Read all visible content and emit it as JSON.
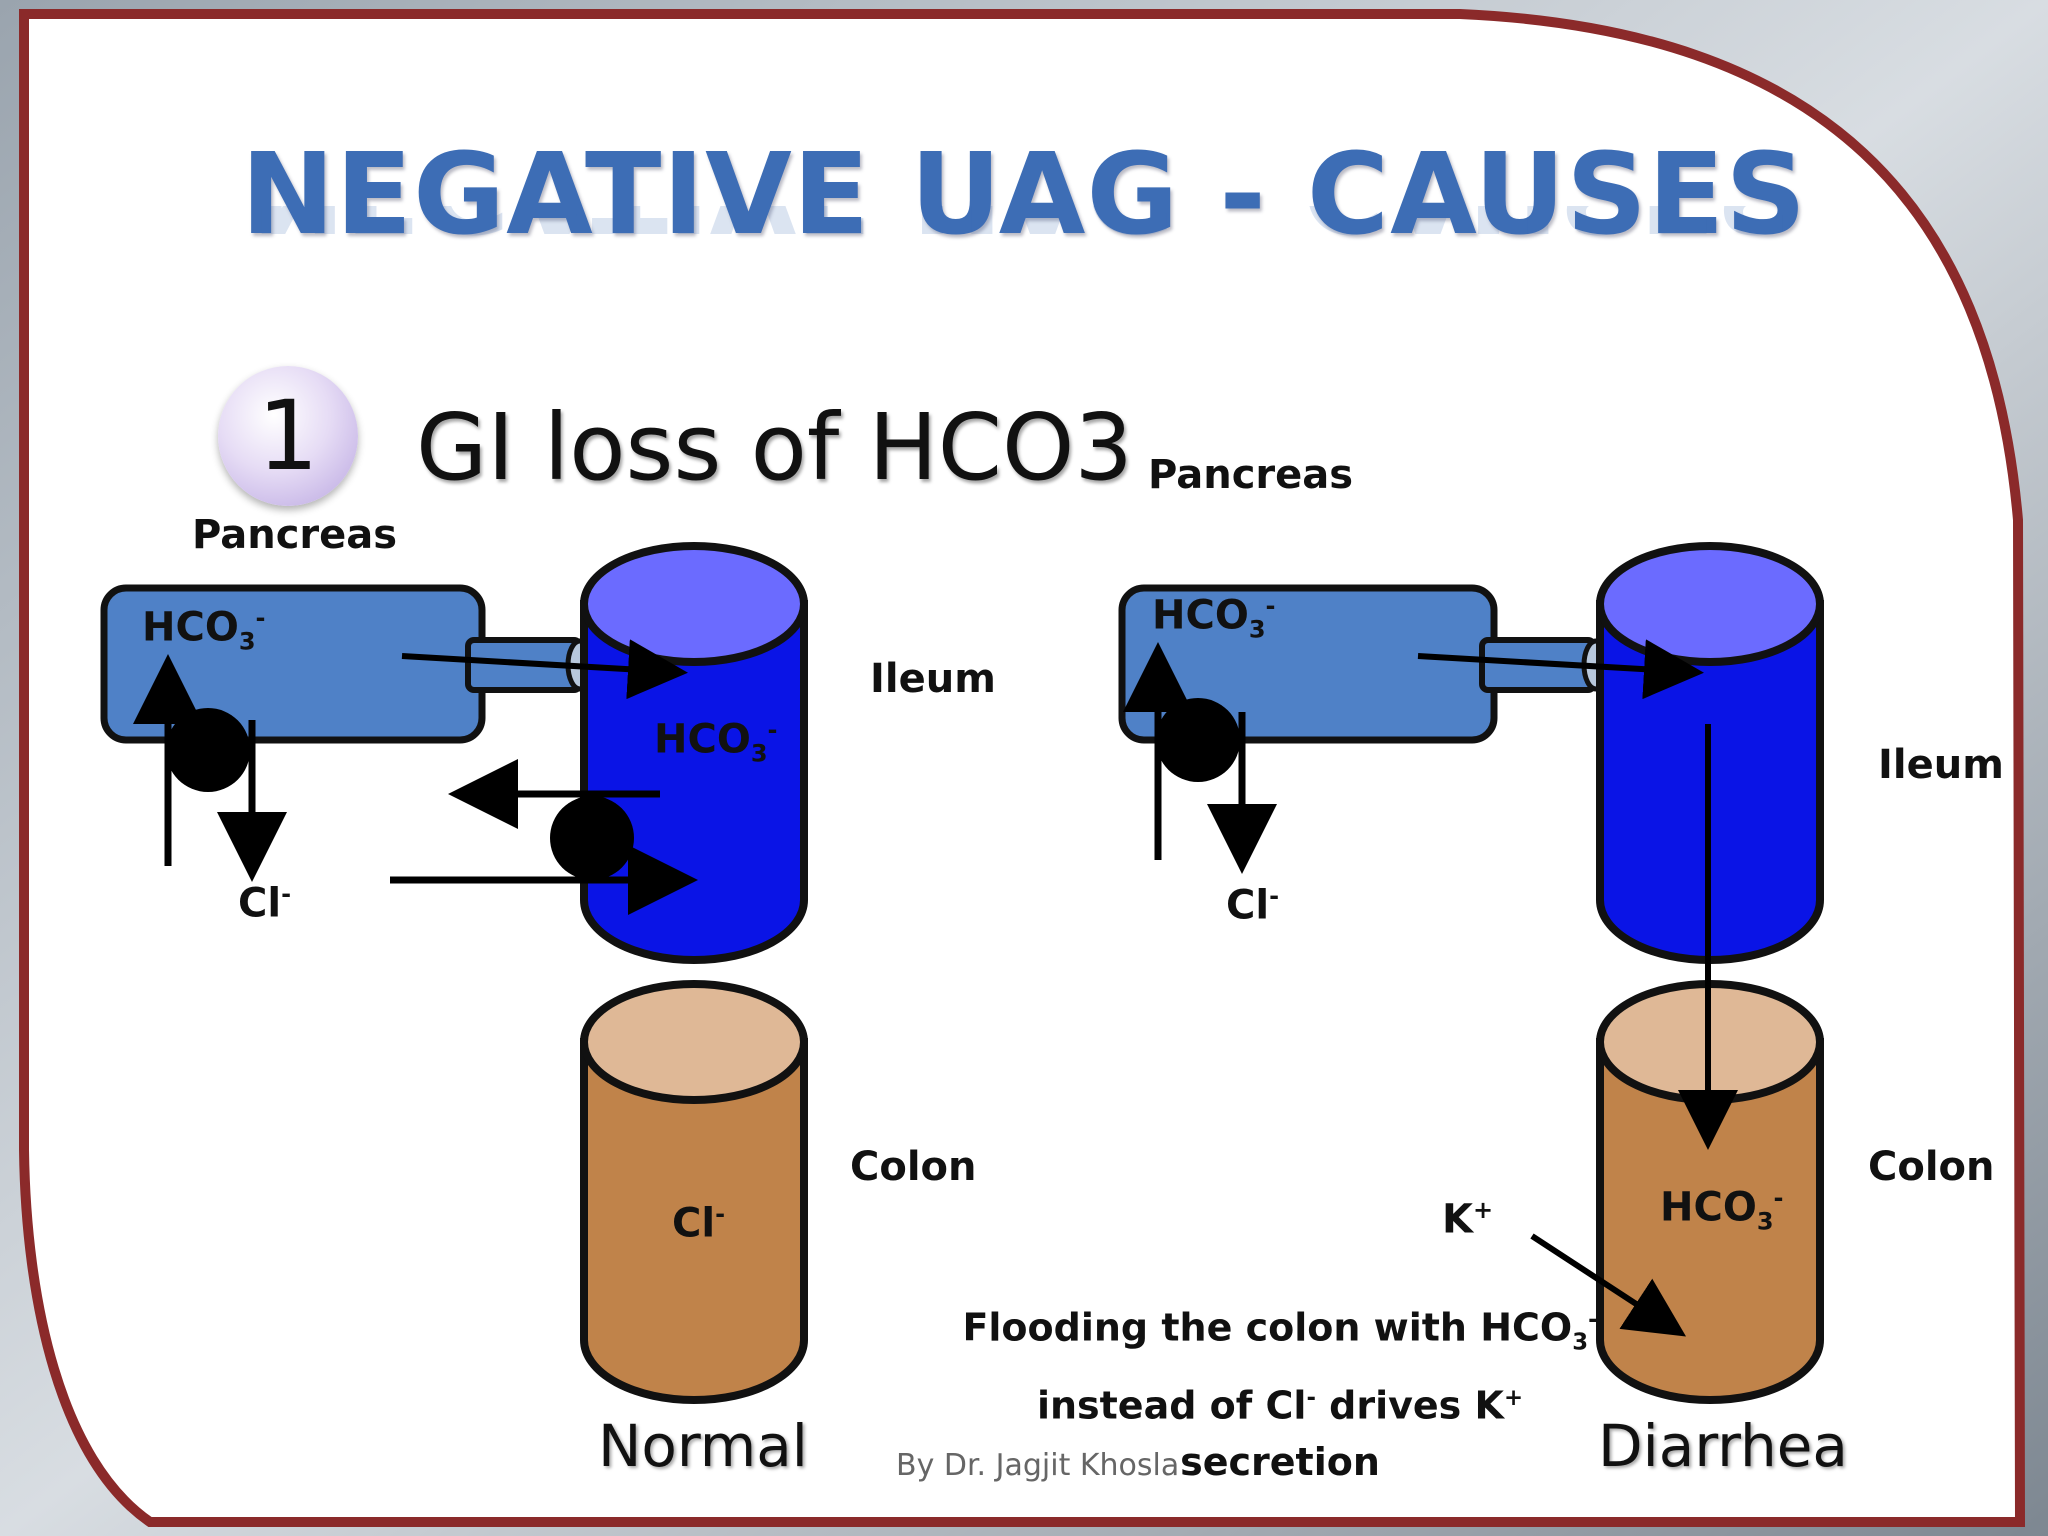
{
  "slide": {
    "title": "NEGATIVE UAG - CAUSES",
    "badge_number": "1",
    "subtitle": "GI loss of HCO3",
    "credit": "By Dr. Jagjit Khosla"
  },
  "normal": {
    "pancreas_label": "Pancreas",
    "ileum_label": "Ileum",
    "colon_label": "Colon",
    "pancreas_ion_base": "HCO",
    "pancreas_ion_sub": "3",
    "pancreas_ion_sup": "-",
    "ileum_ion_base": "HCO",
    "ileum_ion_sub": "3",
    "ileum_ion_sup": "-",
    "cl_base": "Cl",
    "cl_sup": "-",
    "colon_ion_base": "Cl",
    "colon_ion_sup": "-",
    "caption": "Normal"
  },
  "diarrhea": {
    "pancreas_label": "Pancreas",
    "ileum_label": "Ileum",
    "colon_label": "Colon",
    "pancreas_ion_base": "HCO",
    "pancreas_ion_sub": "3",
    "pancreas_ion_sup": "-",
    "cl_base": "Cl",
    "cl_sup": "-",
    "colon_ion_base": "HCO",
    "colon_ion_sub": "3",
    "colon_ion_sup": "-",
    "k_base": "K",
    "k_sup": "+",
    "note_line1_prefix": "Flooding the colon with  HCO",
    "note_line1_sub": "3",
    "note_line1_sup": "-",
    "note_line2_a": "instead of Cl",
    "note_line2_sup1": "-",
    "note_line2_b": " drives K",
    "note_line2_sup2": "+",
    "note_line2_c": " secretion",
    "caption": "Diarrhea"
  },
  "colors": {
    "pancreas": "#4f81c7",
    "ileum": "#0a14e6",
    "ileum_top": "#6b6bff",
    "colon": "#c0834a",
    "colon_top": "#dfb896",
    "frame": "#8b2a2a",
    "title": "#3d6db5"
  }
}
